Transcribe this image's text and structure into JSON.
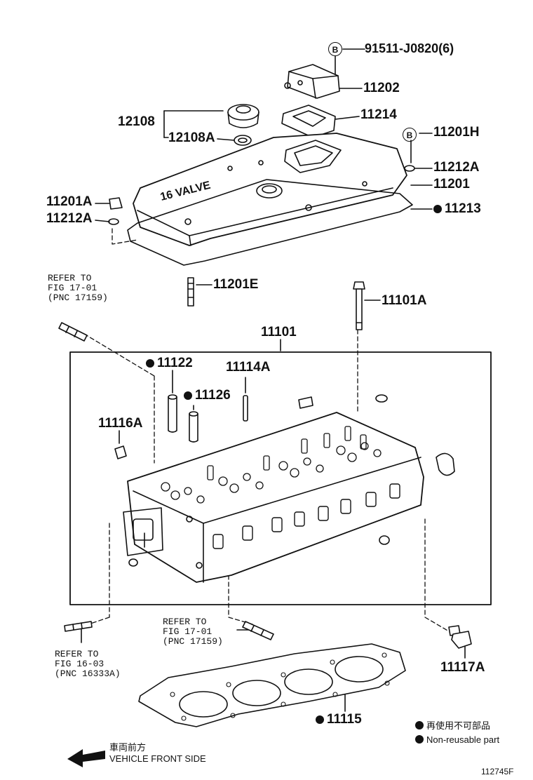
{
  "labels": {
    "p91511": "91511-J0820(6)",
    "p11202": "11202",
    "p11214": "11214",
    "p12108": "12108",
    "p12108a": "12108A",
    "p11201h": "11201H",
    "p11212a_r": "11212A",
    "p11201": "11201",
    "p11213": "11213",
    "p11201a": "11201A",
    "p11212a_l": "11212A",
    "p11201e": "11201E",
    "p11101a": "11101A",
    "p11101": "11101",
    "p11122": "11122",
    "p11114a": "11114A",
    "p11126": "11126",
    "p11116a": "11116A",
    "p11117a": "11117A",
    "p11115": "11115"
  },
  "callouts": {
    "b1": "B",
    "b2": "B"
  },
  "cover_text": "16 VALVE",
  "refs": {
    "ref1": {
      "line1": "REFER TO",
      "line2": "FIG 17-01",
      "line3": "(PNC 17159)"
    },
    "ref2": {
      "line1": "REFER TO",
      "line2": "FIG 17-01",
      "line3": "(PNC 17159)"
    },
    "ref3": {
      "line1": "REFER TO",
      "line2": "FIG 16-03",
      "line3": "(PNC 16333A)"
    }
  },
  "legend": {
    "jp": "再使用不可部品",
    "en": "Non-reusable part"
  },
  "front": {
    "jp": "車両前方",
    "en": "VEHICLE FRONT SIDE"
  },
  "figure_id": "112745F"
}
